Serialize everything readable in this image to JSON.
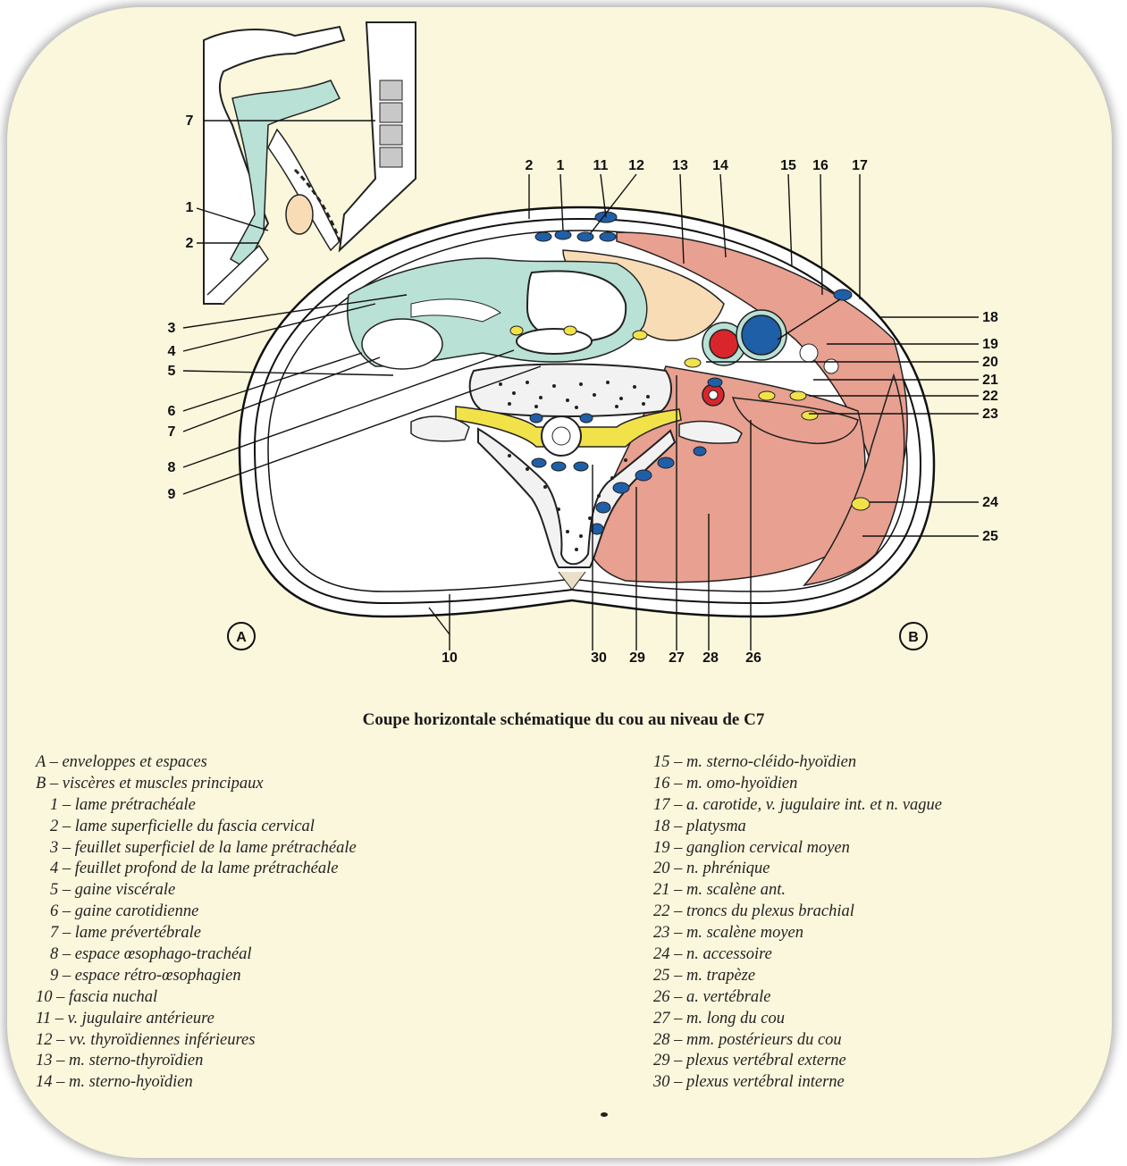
{
  "title": "Coupe horizontale schématique du cou au niveau de C7",
  "panel_labels": [
    "A",
    "B"
  ],
  "sagittal_labels": [
    "7",
    "1",
    "2"
  ],
  "top_labels": [
    "2",
    "1",
    "11",
    "12",
    "13",
    "14",
    "15",
    "16",
    "17"
  ],
  "left_labels": [
    "3",
    "4",
    "5",
    "6",
    "7",
    "8",
    "9"
  ],
  "right_labels": [
    "18",
    "19",
    "20",
    "21",
    "22",
    "23",
    "24",
    "25"
  ],
  "bottom_labels": [
    "10",
    "30",
    "29",
    "27",
    "28",
    "26"
  ],
  "legend_left": [
    "A – enveloppes et espaces",
    "B – viscères et muscles principaux",
    "1 – lame prétrachéale",
    "2 – lame superficielle du fascia cervical",
    "3 – feuillet superficiel de la lame prétrachéale",
    "4 – feuillet profond de la lame prétrachéale",
    "5 – gaine viscérale",
    "6 – gaine carotidienne",
    "7 – lame prévertébrale",
    "8 – espace œsophago-trachéal",
    "9 – espace rétro-œsophagien",
    "10 – fascia nuchal",
    "11 – v. jugulaire antérieure",
    "12 – vv. thyroïdiennes inférieures",
    "13 – m. sterno-thyroïdien",
    "14 – m. sterno-hyoïdien"
  ],
  "legend_right": [
    "15 – m. sterno-cléido-hyoïdien",
    "16 – m. omo-hyoïdien",
    "17 – a. carotide, v. jugulaire int. et n. vague",
    "18 – platysma",
    "19 – ganglion cervical moyen",
    "20 – n. phrénique",
    "21 – m. scalène ant.",
    "22 – troncs du plexus brachial",
    "23 – m. scalène moyen",
    "24 – n. accessoire",
    "25 – m. trapèze",
    "26 – a. vertébrale",
    "27 – m. long du cou",
    "28 – mm. postérieurs du cou",
    "29 – plexus vertébral externe",
    "30 – plexus vertébral interne"
  ],
  "colors": {
    "background": "#fbf7dc",
    "muscle": "#e8a090",
    "vein": "#1f5fa8",
    "artery": "#d8262c",
    "nerve": "#f2e24a",
    "fascia": "#b9e1d6",
    "gland": "#f7dcb6"
  }
}
